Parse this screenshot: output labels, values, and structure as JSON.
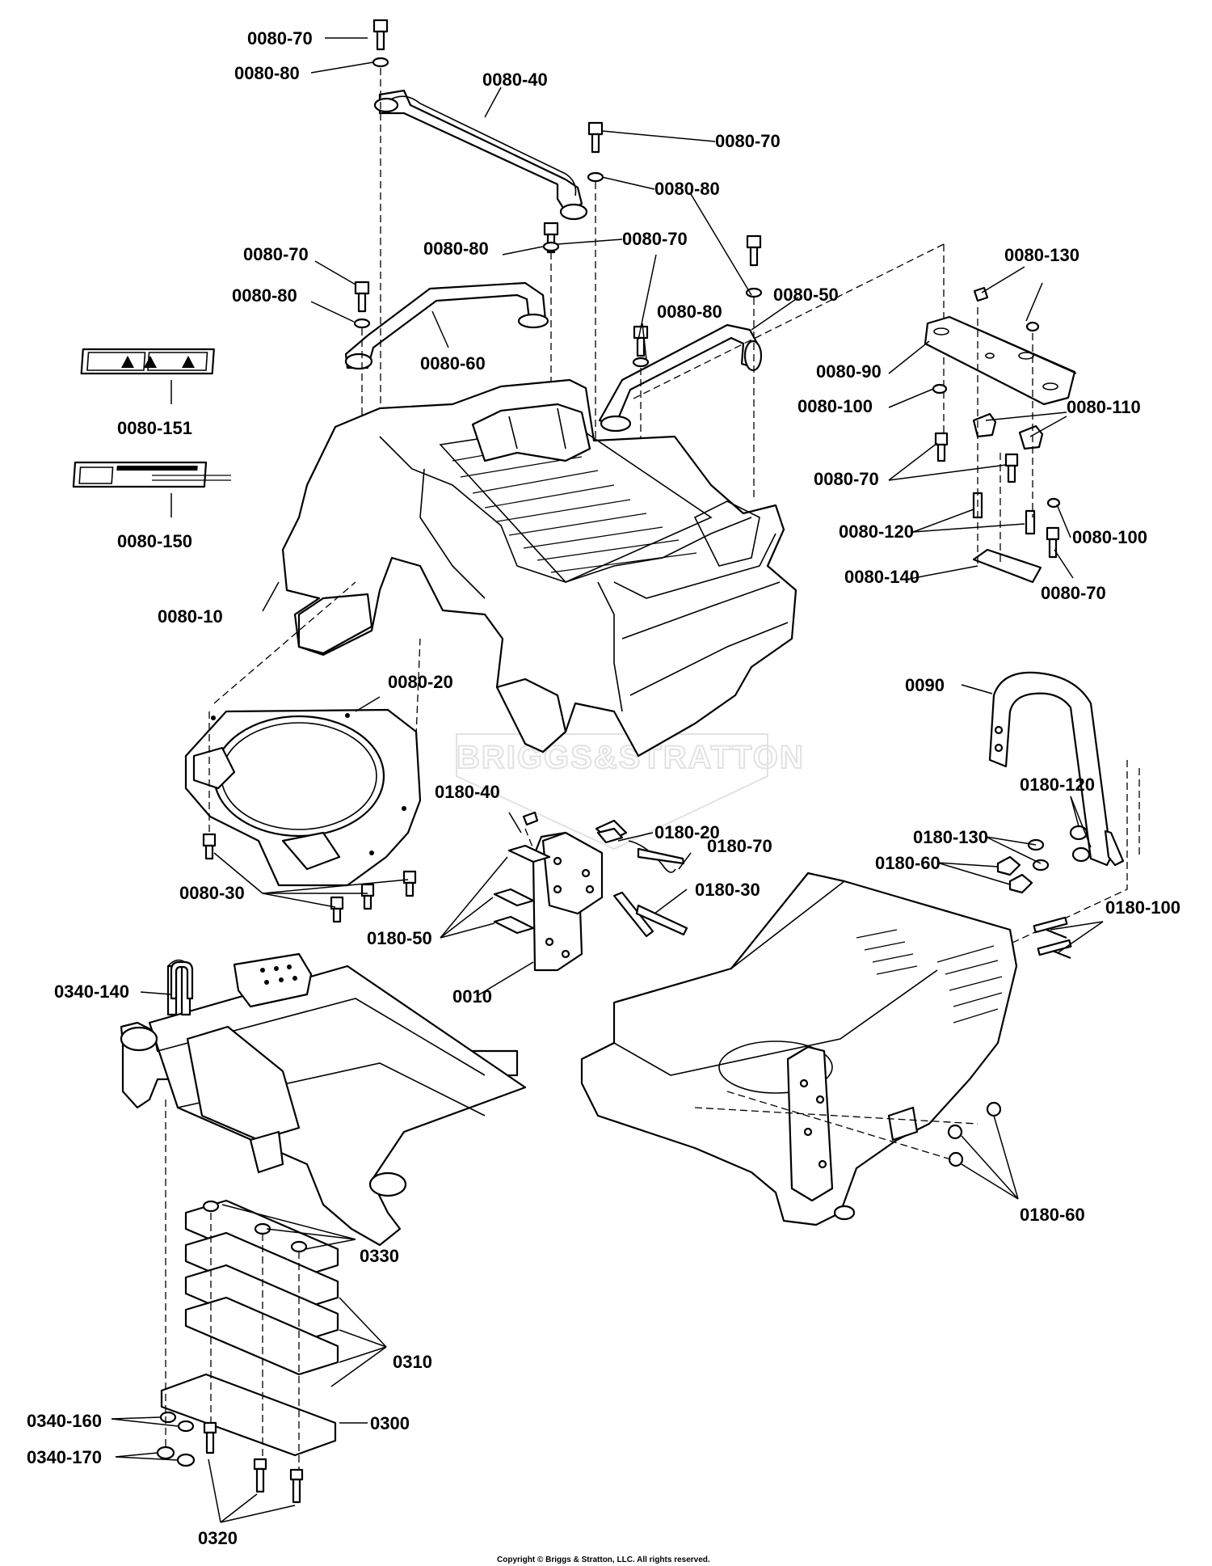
{
  "watermark": "BRIGGS&STRATTON",
  "copyright": "Copyright © Briggs & Stratton, LLC. All rights reserved.",
  "callouts": {
    "c1": "0080-70",
    "c2": "0080-80",
    "c3": "0080-40",
    "c4": "0080-70",
    "c5": "0080-80",
    "c6": "0080-70",
    "c7": "0080-80",
    "c8": "0080-70",
    "c9": "0080-80",
    "c10": "0080-50",
    "c11": "0080-80",
    "c12": "0080-60",
    "c13": "0080-130",
    "c14": "0080-90",
    "c15": "0080-100",
    "c16": "0080-110",
    "c17": "0080-70",
    "c18": "0080-120",
    "c19": "0080-100",
    "c20": "0080-140",
    "c21": "0080-70",
    "c22": "0080-151",
    "c23": "0080-150",
    "c24": "0080-10",
    "c25": "0080-20",
    "c26": "0090",
    "c27": "0180-40",
    "c28": "0180-20",
    "c29": "0180-120",
    "c30": "0180-70",
    "c31": "0180-130",
    "c32": "0180-60",
    "c33": "0180-30",
    "c34": "0080-30",
    "c35": "0180-50",
    "c36": "0180-100",
    "c37": "0010",
    "c38": "0340-140",
    "c39": "0180-60",
    "c40": "0330",
    "c41": "0310",
    "c42": "0340-160",
    "c43": "0300",
    "c44": "0340-170",
    "c45": "0320"
  }
}
